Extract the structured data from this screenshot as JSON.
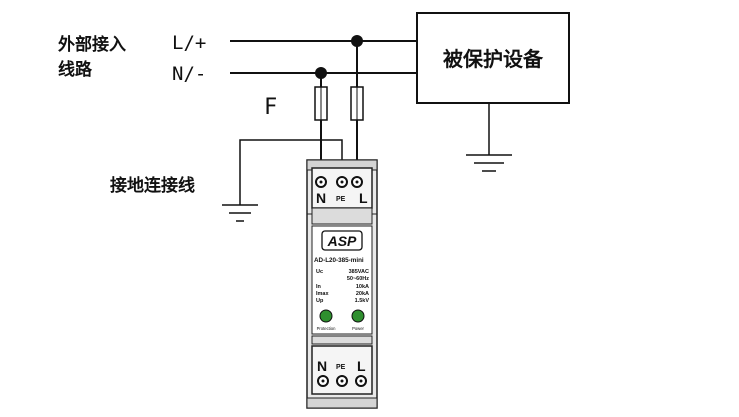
{
  "labels": {
    "external_line": [
      "外部接入",
      "线路"
    ],
    "line_plus": "L/+",
    "line_minus": "N/-",
    "fuse": "F",
    "ground_wire": "接地连接线",
    "protected_device": "被保护设备"
  },
  "device": {
    "brand": "ASP",
    "model": "AD-L20-385-mini",
    "specs": [
      {
        "name": "Uc",
        "value": [
          "385VAC",
          "50~60Hz"
        ]
      },
      {
        "name": "In",
        "value": [
          "10kA"
        ]
      },
      {
        "name": "Imax",
        "value": [
          "20kA"
        ]
      },
      {
        "name": "Up",
        "value": [
          "1.5kV"
        ]
      }
    ],
    "indicators": [
      "Protection",
      "Power"
    ],
    "top_terminals": {
      "n": "N",
      "pe": "PE",
      "l": "L"
    },
    "bottom_terminals": {
      "n": "N",
      "pe": "PE",
      "l": "L"
    },
    "indicator_color": "#2f8f2f"
  }
}
